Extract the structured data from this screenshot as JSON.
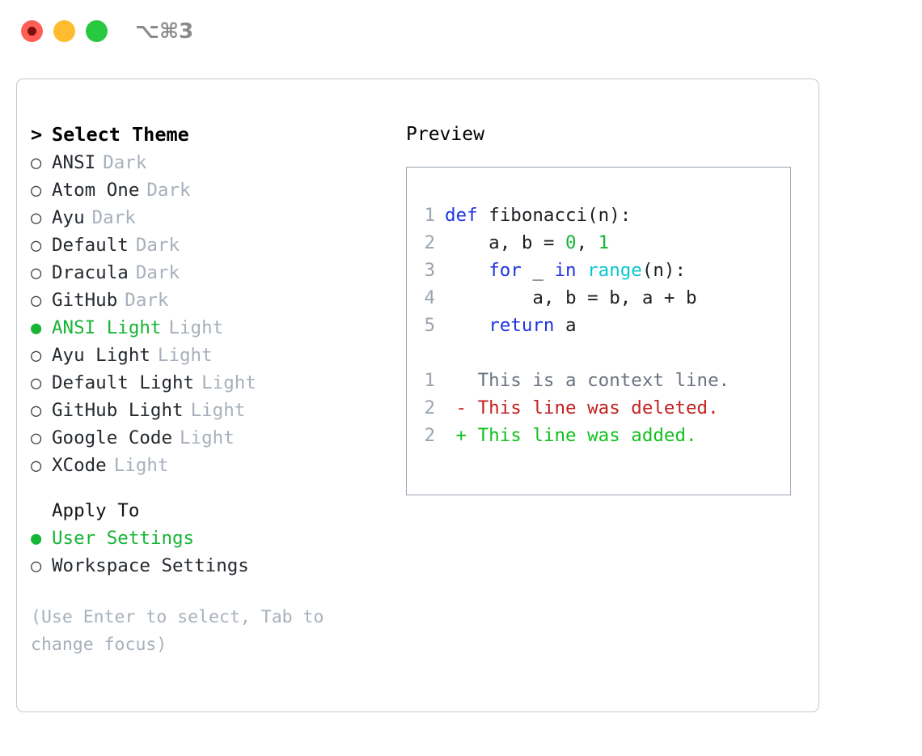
{
  "titlebar": {
    "shortcut": "⌥⌘3",
    "buttons": [
      {
        "name": "close",
        "color": "#ff5f57"
      },
      {
        "name": "minimize",
        "color": "#febc2e"
      },
      {
        "name": "maximize",
        "color": "#28c840"
      }
    ],
    "recording_dot_color": "#7e0f0f"
  },
  "theme_pane": {
    "header": "Select Theme",
    "caret": ">",
    "bullet_selected": "●",
    "bullet_unselected": "○",
    "accent_color": "#17b536",
    "items": [
      {
        "label": "ANSI",
        "kind": "Dark",
        "selected": false
      },
      {
        "label": "Atom One",
        "kind": "Dark",
        "selected": false
      },
      {
        "label": "Ayu",
        "kind": "Dark",
        "selected": false
      },
      {
        "label": "Default",
        "kind": "Dark",
        "selected": false
      },
      {
        "label": "Dracula",
        "kind": "Dark",
        "selected": false
      },
      {
        "label": "GitHub",
        "kind": "Dark",
        "selected": false
      },
      {
        "label": "ANSI Light",
        "kind": "Light",
        "selected": true
      },
      {
        "label": "Ayu Light",
        "kind": "Light",
        "selected": false
      },
      {
        "label": "Default Light",
        "kind": "Light",
        "selected": false
      },
      {
        "label": "GitHub Light",
        "kind": "Light",
        "selected": false
      },
      {
        "label": "Google Code",
        "kind": "Light",
        "selected": false
      },
      {
        "label": "XCode",
        "kind": "Light",
        "selected": false
      }
    ]
  },
  "apply_to": {
    "heading": "Apply To",
    "options": [
      {
        "label": "User Settings",
        "selected": true
      },
      {
        "label": "Workspace Settings",
        "selected": false
      }
    ]
  },
  "hint": "(Use Enter to select, Tab to change focus)",
  "preview": {
    "title": "Preview",
    "code_lines": [
      {
        "no": "1",
        "tokens": [
          {
            "t": "def ",
            "c": "kw"
          },
          {
            "t": "fibonacci(n):",
            "c": "plain"
          }
        ]
      },
      {
        "no": "2",
        "tokens": [
          {
            "t": "    a, b = ",
            "c": "plain"
          },
          {
            "t": "0",
            "c": "num"
          },
          {
            "t": ", ",
            "c": "plain"
          },
          {
            "t": "1",
            "c": "num"
          }
        ]
      },
      {
        "no": "3",
        "tokens": [
          {
            "t": "    ",
            "c": "plain"
          },
          {
            "t": "for",
            "c": "kw"
          },
          {
            "t": " _ ",
            "c": "plain"
          },
          {
            "t": "in",
            "c": "kw"
          },
          {
            "t": " ",
            "c": "plain"
          },
          {
            "t": "range",
            "c": "fn"
          },
          {
            "t": "(n):",
            "c": "plain"
          }
        ]
      },
      {
        "no": "4",
        "tokens": [
          {
            "t": "        a, b = b, a + b",
            "c": "plain"
          }
        ]
      },
      {
        "no": "5",
        "tokens": [
          {
            "t": "    ",
            "c": "plain"
          },
          {
            "t": "return",
            "c": "kw"
          },
          {
            "t": " a",
            "c": "plain"
          }
        ]
      }
    ],
    "diff_lines": [
      {
        "no": "1",
        "marker": " ",
        "text": "This is a context line.",
        "type": "context"
      },
      {
        "no": "2",
        "marker": "-",
        "text": "This line was deleted.",
        "type": "del"
      },
      {
        "no": "2",
        "marker": "+",
        "text": "This line was added.",
        "type": "add"
      }
    ],
    "syntax_colors": {
      "keyword": "#1f34e0",
      "function": "#0ec5d1",
      "number": "#17b536",
      "identifier": "#1b1f23",
      "lineno": "#9aa5b1",
      "diff_context": "#6b7380",
      "diff_deleted": "#c32020",
      "diff_added": "#14c020"
    }
  }
}
